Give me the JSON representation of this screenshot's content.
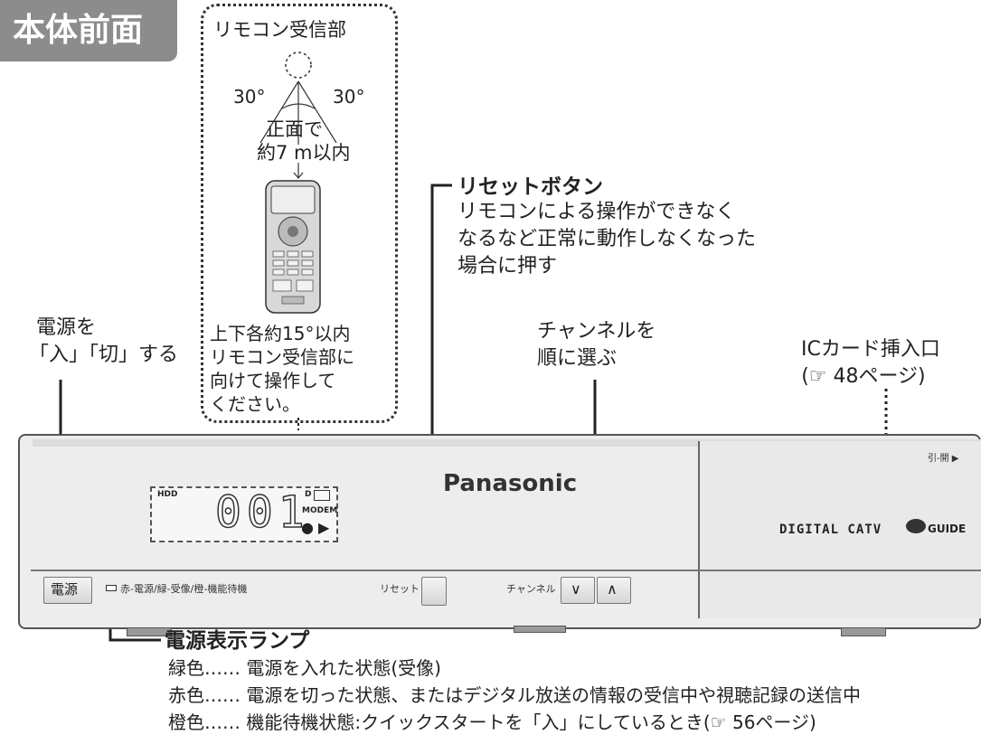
{
  "tab_label": "本体前面",
  "remote_sensor": {
    "title": "リモコン受信部",
    "angle_left": "30°",
    "angle_right": "30°",
    "front_line1": "正面で",
    "front_line2": "約7 m以内",
    "note_lines": [
      "上下各約15°以内",
      "リモコン受信部に",
      "向けて操作して",
      "ください。"
    ]
  },
  "reset": {
    "title": "リセットボタン",
    "desc_lines": [
      "リモコンによる操作ができなく",
      "なるなど正常に動作しなくなった",
      "場合に押す"
    ]
  },
  "power": {
    "line1": "電源を",
    "line2": "「入」「切」する"
  },
  "channel": {
    "line1": "チャンネルを",
    "line2": "順に選ぶ"
  },
  "ic_card": {
    "line1": "ICカード挿入口",
    "line2": "(☞ 48ページ)"
  },
  "device": {
    "brand": "Panasonic",
    "power_button": "電源",
    "lamp_legend": "赤-電源/緑-受像/橙-機能待機",
    "reset_label": "リセット",
    "channel_label": "チャンネル",
    "channel_down": "∨",
    "channel_up": "∧",
    "display_hdd": "HDD",
    "display_d": "D",
    "display_modem": "MODEM",
    "display_digits": "001",
    "slot_label": "引-開 ▶",
    "digital_catv": "DIGITAL CATV",
    "guide": "GUIDE"
  },
  "power_lamp": {
    "title": "電源表示ランプ",
    "items": [
      "緑色…… 電源を入れた状態(受像)",
      "赤色…… 電源を切った状態、またはデジタル放送の情報の受信中や視聴記録の送信中",
      "橙色…… 機能待機状態:クイックスタートを「入」にしているとき(☞ 56ページ)"
    ]
  }
}
